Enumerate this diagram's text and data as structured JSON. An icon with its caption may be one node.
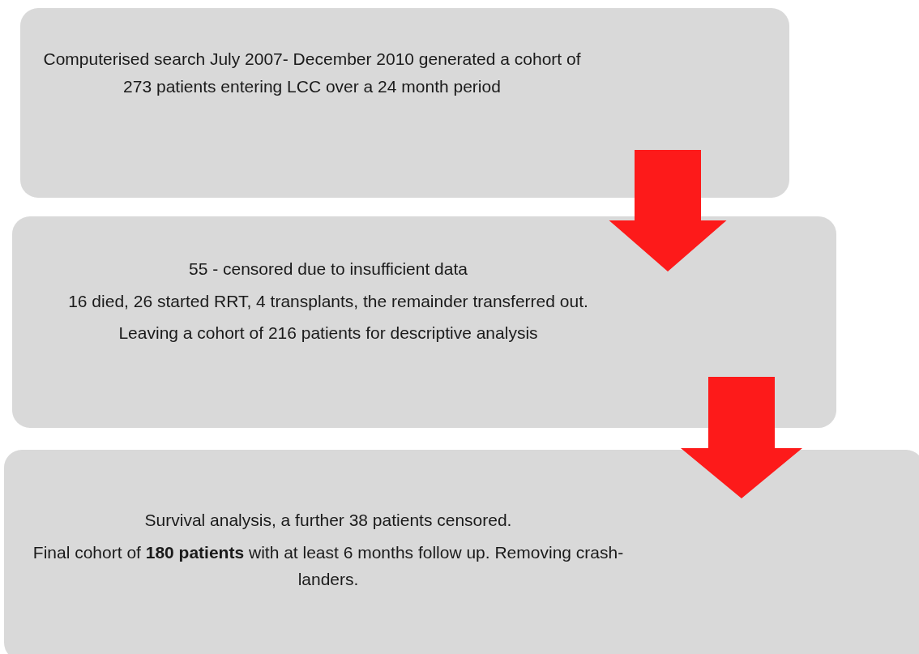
{
  "diagram": {
    "nodes": [
      {
        "text": [
          "Computerised search July 2007- December 2010 generated a cohort of 273 patients entering LCC over a 24 month period"
        ]
      },
      {
        "text": [
          "55 - censored due to insufficient data",
          "16 died, 26 started RRT, 4 transplants, the remainder transferred out.",
          "Leaving a cohort of 216 patients for descriptive analysis"
        ]
      },
      {
        "text": [
          "Survival analysis, a further 38 patients censored.",
          "Final cohort of **180 patients** with at least 6 months follow up. Removing crash-landers."
        ]
      }
    ],
    "edges": [
      {
        "from": 0,
        "to": 1,
        "arrow": "to"
      },
      {
        "from": 1,
        "to": 2,
        "arrow": "to"
      }
    ]
  }
}
